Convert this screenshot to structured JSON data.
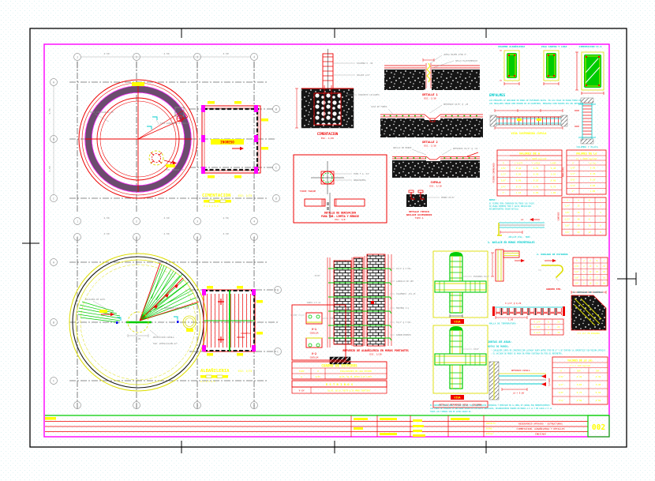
{
  "sheet": {
    "number": "002"
  },
  "plan1": {
    "title": "CIMENTACION",
    "scale": "ESC: 1/75",
    "scalebar": "0   1   2   3   4   5",
    "grid_cols": [
      "1",
      "2",
      "3",
      "4"
    ],
    "grid_rows": [
      "A",
      "B",
      "C"
    ],
    "grid_rows_right": [
      "B",
      "C",
      "D"
    ],
    "dims_top": [
      "4.50",
      "4.50",
      "4.50"
    ],
    "dims_bottom": [
      "4.50",
      "4.50",
      "4.50"
    ],
    "dims_left": [
      "4.50",
      "4.50"
    ],
    "chamber_label": "INGRESO",
    "ann1": "MURO CIRCULAR e=.25",
    "ann2": "TAPA SANITARIA 0.60x0.60",
    "ann3": "TUB. REBOSE O4\""
  },
  "plan2": {
    "title": "ALBAÑILERIA",
    "scale": "ESC: 1/75",
    "scalebar": "0   1   2   3   4   5",
    "grid_cols": [
      "1",
      "2",
      "3",
      "4"
    ],
    "grid_rows": [
      "A",
      "B",
      "C"
    ],
    "grid_rows_right": [
      "B",
      "C"
    ],
    "dims_top": [
      "4.50",
      "4.50",
      "4.50"
    ],
    "dim_center": "1.20",
    "ann1": "ESCALERA DE GATO",
    "ann2": "REFUERZO RADIAL O3/8\"",
    "ann3": "PROYECCION CUPULA",
    "ann4": "TUB. VENTILACION O2\"",
    "chamber_label": "INGRESO"
  },
  "det_cim": {
    "title": "CIMENTACION",
    "scale": "ESC. 1/25",
    "ann1": "COLUMNA O .40",
    "ann2": "SOLADO e=4\"",
    "ann3": "CONCRETO CICLOPEO"
  },
  "det_torre": {
    "ann1": "TUBO F.G. O4\"",
    "ann2": "ABRAZADERA",
    "tag": "TORRE TANQUE",
    "title1": "DETALLE DE DERIVACION",
    "title2": "PARA TUB. LIMPIA Y REBOSE",
    "scale": "ESC: S/E"
  },
  "det_a": {
    "title": "DETALLE 1",
    "scale": "ESC. 1/10",
    "ann1": "JUNTA WATER STOP 6\"",
    "ann2": "SELLO ELASTOMERICO"
  },
  "det_b": {
    "title": "DETALLE 2",
    "scale": "ESC. 1/10",
    "ann1": "REFUERZO O3/8\" @ .20",
    "ann2": "LOSA DE FONDO"
  },
  "det_c": {
    "title": "CUPULA",
    "scale": "ESC. 1/10",
    "ann1": "REFUERZO O1/4\" @ .15",
    "ann2": "ANILLO DE BORDE"
  },
  "det_anc": {
    "l1": "DETALLE TIPICO",
    "l2": "ANCLAJE ACCESORIOS",
    "l3": "TIPO A",
    "ann": "PERNO O5/8\""
  },
  "det_muro": {
    "title": "REFUERZO DE ALBAÑILERIA EN MUROS PORTANTES",
    "scale": "ESC. 1/20",
    "anns": [
      "O1/4\" @ 3 HIL.",
      "LADRILLO KK 18H",
      "COLUMNETA .15x.25",
      "MORTERO 1:4",
      "O1/4\" @ 3 HIL.",
      "SOBRECIMIENTO"
    ],
    "left1": "O3/8\"",
    "left2": "JUNTA 1.5 cm"
  },
  "cross1": {
    "label": "VIGA",
    "ann": "ESTRIBOS O1/4\""
  },
  "cross2": {
    "label": "VIGA",
    "ann": "O3/8\""
  },
  "cross_title": "DETALLE REFUERZO VIGA - COLUMNA",
  "vbox": {
    "v1": "V-1",
    "v1b": "CUELGA",
    "v2": "V-2",
    "v2b": "CUELGA",
    "ann1": "O 3/8\"",
    "ann2": "EST. O1/4\""
  },
  "estribos": {
    "title": "CUADRO DE ESTRIBOS",
    "cols": [
      "TIPO",
      "O",
      "ESPACIAMIENTO EN CADA EXTREMO"
    ],
    "row": [
      "A",
      "3/8\"",
      "1@.05, 5@.10, RESTO @.25 C/EXT."
    ],
    "title2": "E S T R I B O S",
    "row2": [
      "V-CH",
      "1@.05, 5@.10, RESTO @.20 AMBOS SENTIDOS"
    ]
  },
  "sections": {
    "t1": "COLUMNA ALBAÑILERIA",
    "t2": "VIGA CADENA Y LOSA",
    "t3": "CIMENTACION CC-1"
  },
  "empalmes": {
    "title": "EMPALMES",
    "l1": "LOS EMPALMES SE UBICARAN EN ZONAS DE ESFUERZOS BAJOS. EN LAS VIGAS SE HARAN FUERA DE LOS NUDOS.",
    "l2": "LOS TRASLAPES SERAN COMO MINIMO DE 40 DIAMETROS. EMPALMAR COMO MAXIMO 50% DEL REFUERZO."
  },
  "viga_susp": "VIGA SUSPENDIDA CUPULA",
  "col_placa": "COLUMNA Y PLACA",
  "tab_m": {
    "title": "VALORES DE m",
    "sub": "fy = 4200 kg/cm2",
    "c0": "O",
    "c1": "f'c=175",
    "c2": "f'c=210",
    "c3": "L=40O",
    "rows": [
      [
        "3/8\"",
        "0.40",
        "0.35",
        "0.40"
      ],
      [
        "1/2\"",
        "0.50",
        "0.45",
        "0.50"
      ],
      [
        "5/8\"",
        "0.60",
        "0.55",
        "0.60"
      ],
      [
        "3/4\"",
        "0.75",
        "0.70",
        "0.75"
      ],
      [
        "1\"",
        "1.15",
        "1.05",
        "1.00"
      ]
    ],
    "side": "FIERRO CORRUGADO"
  },
  "tab_ld": {
    "title": "VALORES DE Ld",
    "sub": "fy = 4200 kg/cm2",
    "c0": "O",
    "c1": "Ld (m)",
    "rows": [
      [
        "3/8\"",
        "0.30"
      ],
      [
        "1/2\"",
        "0.40"
      ],
      [
        "5/8\"",
        "0.50"
      ],
      [
        "3/4\"",
        "0.60"
      ],
      [
        "1\"",
        "1.00"
      ]
    ],
    "side": "ANCLAJES"
  },
  "notas": {
    "title": "NOTA:",
    "l1": "EL FIERRO SERA CORRUGADO EN TODOS LOS CASOS.",
    "l2": "SE USARA CEMENTO TIPO I SALVO INDICACION.",
    "l3": "RECUBRIMIENTOS SEGUN DETALLE."
  },
  "anc_det": {
    "label": "Ld",
    "tag": "ANCLAJE VIGA - MURO"
  },
  "tab_g": {
    "c": [
      "O",
      "A",
      "B",
      "C"
    ],
    "rows": [
      [
        "1/4\"",
        "25",
        "5",
        "3"
      ],
      [
        "3/8\"",
        "30",
        "6",
        "4"
      ],
      [
        "1/2\"",
        "40",
        "8",
        "5"
      ],
      [
        "5/8\"",
        "50",
        "10",
        "6"
      ],
      [
        "3/4\"",
        "60",
        "12",
        "8"
      ]
    ],
    "side": "GANCHOS"
  },
  "h1": "1. ANCLAJE EN MUROS PERIMETRALES",
  "h2": "2. DOBLADO DE ESTRIBOS",
  "gancho_label": "GANCHO STD.",
  "tab_e": {
    "c": [
      "O",
      "d",
      "A",
      "B",
      "L"
    ],
    "rows": [
      [
        "3/8\"",
        "4",
        "10",
        "8",
        "30"
      ],
      [
        "1/2\"",
        "5",
        "12",
        "10",
        "40"
      ],
      [
        "5/8\"",
        "6",
        "15",
        "13",
        "50"
      ],
      [
        "3/4\"",
        "8",
        "18",
        "15",
        "60"
      ]
    ]
  },
  "h3": "3. DETALLE DE CARTELA",
  "cartela_note": "2 O 1/2\" EN DIAGONAL",
  "malla": {
    "top": "O 1/4\" @ 0.20",
    "label": "MALLA DE TEMPERATURA",
    "dim": "1.00"
  },
  "tab_s": {
    "rows": [
      [
        "O 1/4\"",
        "@",
        ".20"
      ],
      [
        "O 3/8\"",
        "@",
        ".25"
      ],
      [
        "O 1/2\"",
        "@",
        ".30"
      ]
    ]
  },
  "juntas": {
    "h1": "JUNTAS DE AGUA:",
    "h2": "NOTAS DE MUROS:",
    "l1": "- CUALQUIER JUNTA DE CONSTRUCCION LLEVARA JUNTA WATER STOP DE 6\" Y SE TRATARA LA SUPERFICIE CON RESINA EPOXICA.",
    "l2": "- EL VACIADO DE MUROS SE HARA EN FORMA CONTINUA EN TODO EL PERIMETRO."
  },
  "wall_det": {
    "t1": "REFUERZO CUPULA",
    "t2": "Ld = 0.60"
  },
  "tab_v": {
    "title": "VALORES DE Ld (m)",
    "sub": "f'c = 210 kg/cm2",
    "c": [
      "O",
      "SUP.",
      "INF."
    ],
    "rows": [
      [
        "3/8\"",
        "0.45",
        "0.30"
      ],
      [
        "1/2\"",
        "0.60",
        "0.40"
      ],
      [
        "5/8\"",
        "0.75",
        "0.50"
      ],
      [
        "3/4\"",
        "0.90",
        "0.60"
      ]
    ],
    "side": "fy=4200"
  },
  "notes_bottom": {
    "l1": "EL CONCRETO USADO SERA f'c=210 kg/cm2 SALVO INDICACION CONTRARIA Y EMPLEADO EN LA OBRA SE CURARA POR HUMEDECIMIENTO.",
    "l2": "LAS ZONAS DE EMPALME SE UBICARAN SEGUN LOS DETALLES INDICADOS; RECUBRIMIENTO MINIMO EN MUROS 4.0 cm Y EN LOSAS 2.5 cm.",
    "l3": "TODOS LOS FIERROS SON DE ACERO GRADO 60."
  },
  "titleblock": {
    "labels": [
      "PROYECTO:",
      "PLANO:",
      "ESCALA:"
    ],
    "values": [
      "RESERVORIO APOYADO - ESTRUCTURAS",
      "CIMENTACION, ALBAÑILERIA Y DETALLES",
      "INDICADA"
    ]
  }
}
